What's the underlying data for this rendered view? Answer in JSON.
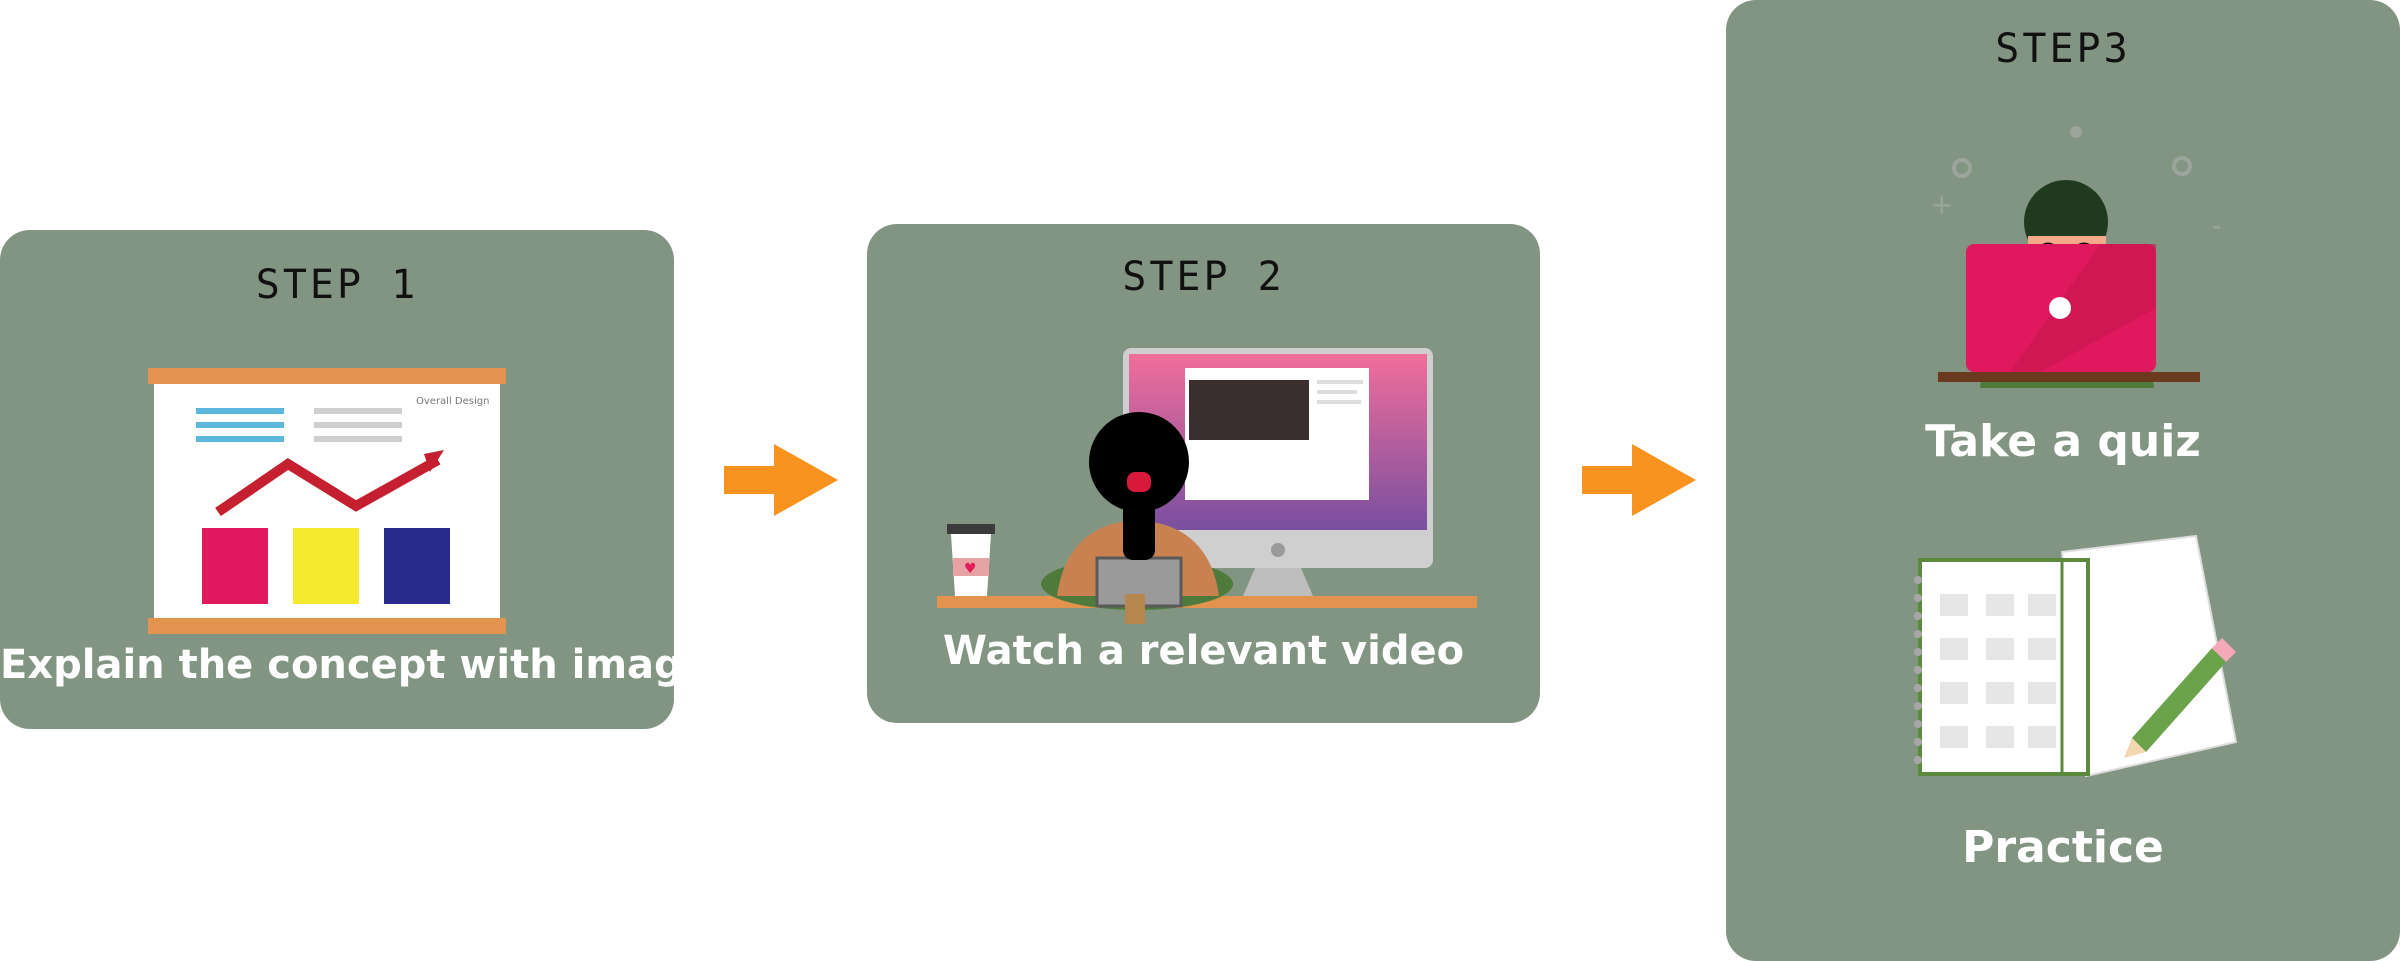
{
  "steps": [
    {
      "title": "STEP 1",
      "caption": "Explain the concept with image",
      "board_label": "Overall Design"
    },
    {
      "title": "STEP 2",
      "caption": "Watch a relevant video"
    },
    {
      "title": "STEP3",
      "caption_quiz": "Take a quiz",
      "caption_practice": "Practice"
    }
  ],
  "colors": {
    "card": "#829583",
    "arrow": "#F7931E",
    "caption": "#FFFFFF",
    "title": "#111111"
  },
  "icons": [
    "presentation-board-icon",
    "person-at-computer-icon",
    "coffee-cup-icon",
    "laptop-person-icon",
    "notebook-pencil-icon",
    "arrow-right-icon"
  ]
}
